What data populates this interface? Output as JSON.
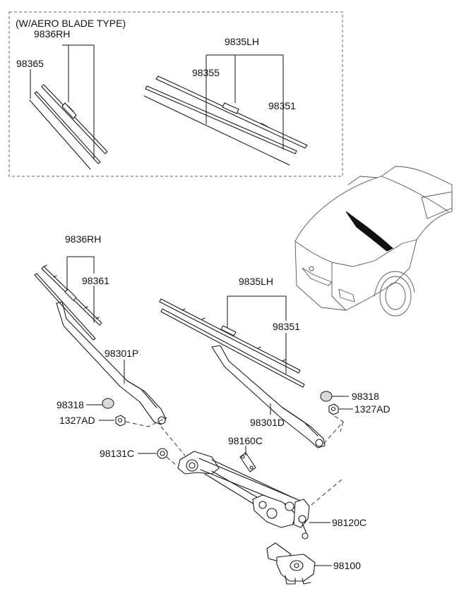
{
  "diagram": {
    "group_label": "(W/AERO BLADE TYPE)",
    "labels": {
      "aero_rh_blade": "9836RH",
      "aero_rh_refill": "98365",
      "aero_lh_blade": "9835LH",
      "aero_lh_refill": "98355",
      "aero_lh_insert": "98351",
      "rh_blade": "9836RH",
      "rh_refill": "98361",
      "lh_blade": "9835LH",
      "lh_refill": "98351",
      "rh_arm": "98301P",
      "lh_arm": "98301D",
      "rh_cap": "98318",
      "lh_cap": "98318",
      "rh_nut": "1327AD",
      "lh_nut": "1327AD",
      "pivot_cap": "98131C",
      "bracket": "98160C",
      "linkage": "98120C",
      "motor": "98100"
    }
  }
}
